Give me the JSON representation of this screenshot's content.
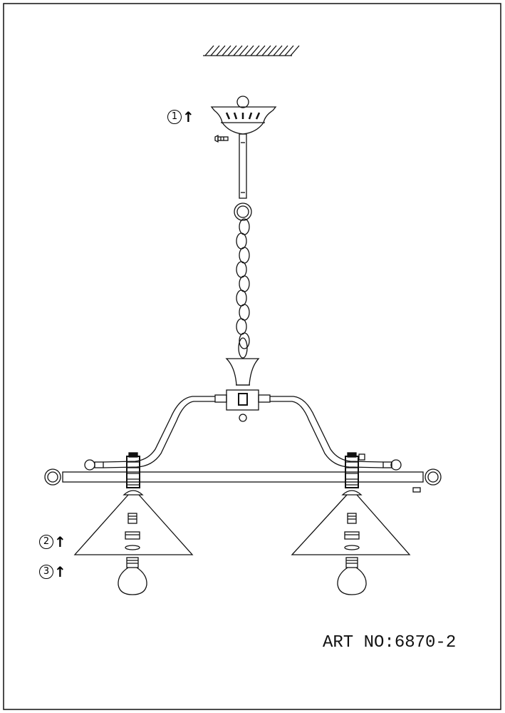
{
  "title": "ART NO:6870-2",
  "steps": [
    {
      "number": "1",
      "arrow": "↑"
    },
    {
      "number": "2",
      "arrow": "↑"
    },
    {
      "number": "3",
      "arrow": "↑"
    }
  ]
}
